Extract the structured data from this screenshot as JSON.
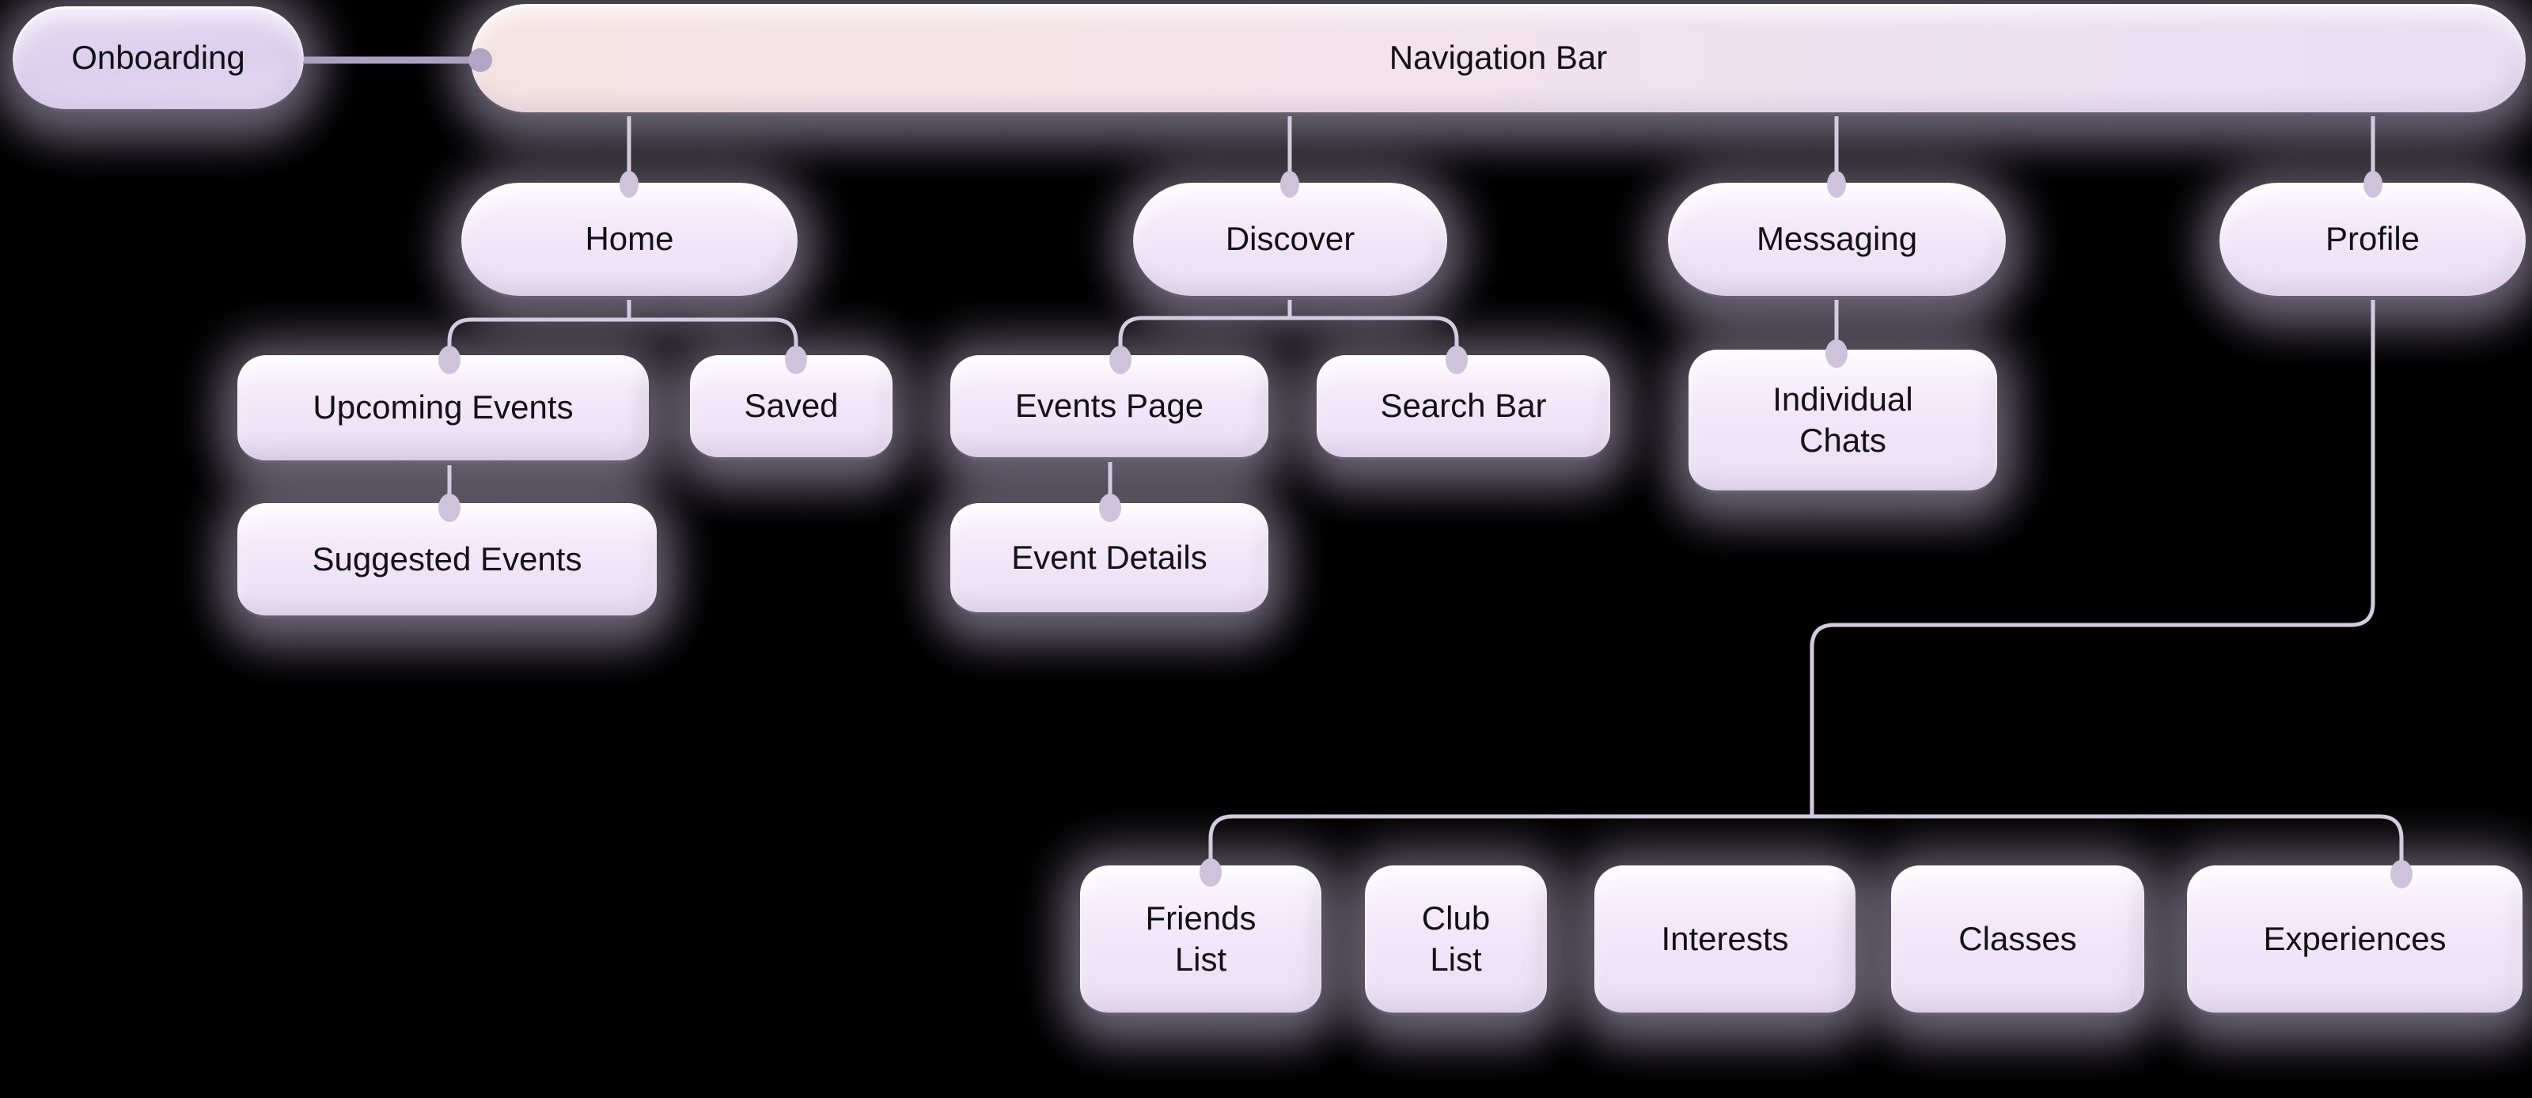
{
  "diagram": {
    "kind": "app-sitemap-flow",
    "background": "#000000",
    "theme": {
      "node_fill_top": "#fcfafe",
      "node_fill_bottom": "#eadef4",
      "onboarding_fill": "#dbcfee",
      "navbar_gradient_left": "#f5e3e2",
      "navbar_gradient_right": "#e7def2",
      "connector_color": "#d3cce0",
      "connector_dark_color": "#aca0c2",
      "text_color": "#121216"
    }
  },
  "nodes": {
    "onboarding": {
      "label": "Onboarding"
    },
    "navbar": {
      "label": "Navigation Bar"
    },
    "home": {
      "label": "Home"
    },
    "discover": {
      "label": "Discover"
    },
    "messaging": {
      "label": "Messaging"
    },
    "profile": {
      "label": "Profile"
    },
    "upcoming_events": {
      "label": "Upcoming Events"
    },
    "saved": {
      "label": "Saved"
    },
    "events_page": {
      "label": "Events Page"
    },
    "search_bar": {
      "label": "Search Bar"
    },
    "individual_chats": {
      "label": "Individual Chats"
    },
    "suggested_events": {
      "label": "Suggested Events"
    },
    "event_details": {
      "label": "Event Details"
    },
    "friends_list": {
      "label": "Friends List"
    },
    "club_list": {
      "label": "Club List"
    },
    "interests": {
      "label": "Interests"
    },
    "classes": {
      "label": "Classes"
    },
    "experiences": {
      "label": "Experiences"
    }
  },
  "edges": [
    [
      "onboarding",
      "navbar"
    ],
    [
      "navbar",
      "home"
    ],
    [
      "navbar",
      "discover"
    ],
    [
      "navbar",
      "messaging"
    ],
    [
      "navbar",
      "profile"
    ],
    [
      "home",
      "upcoming_events"
    ],
    [
      "home",
      "saved"
    ],
    [
      "upcoming_events",
      "suggested_events"
    ],
    [
      "discover",
      "events_page"
    ],
    [
      "discover",
      "search_bar"
    ],
    [
      "events_page",
      "event_details"
    ],
    [
      "messaging",
      "individual_chats"
    ],
    [
      "profile",
      "friends_list"
    ],
    [
      "profile",
      "experiences"
    ]
  ]
}
